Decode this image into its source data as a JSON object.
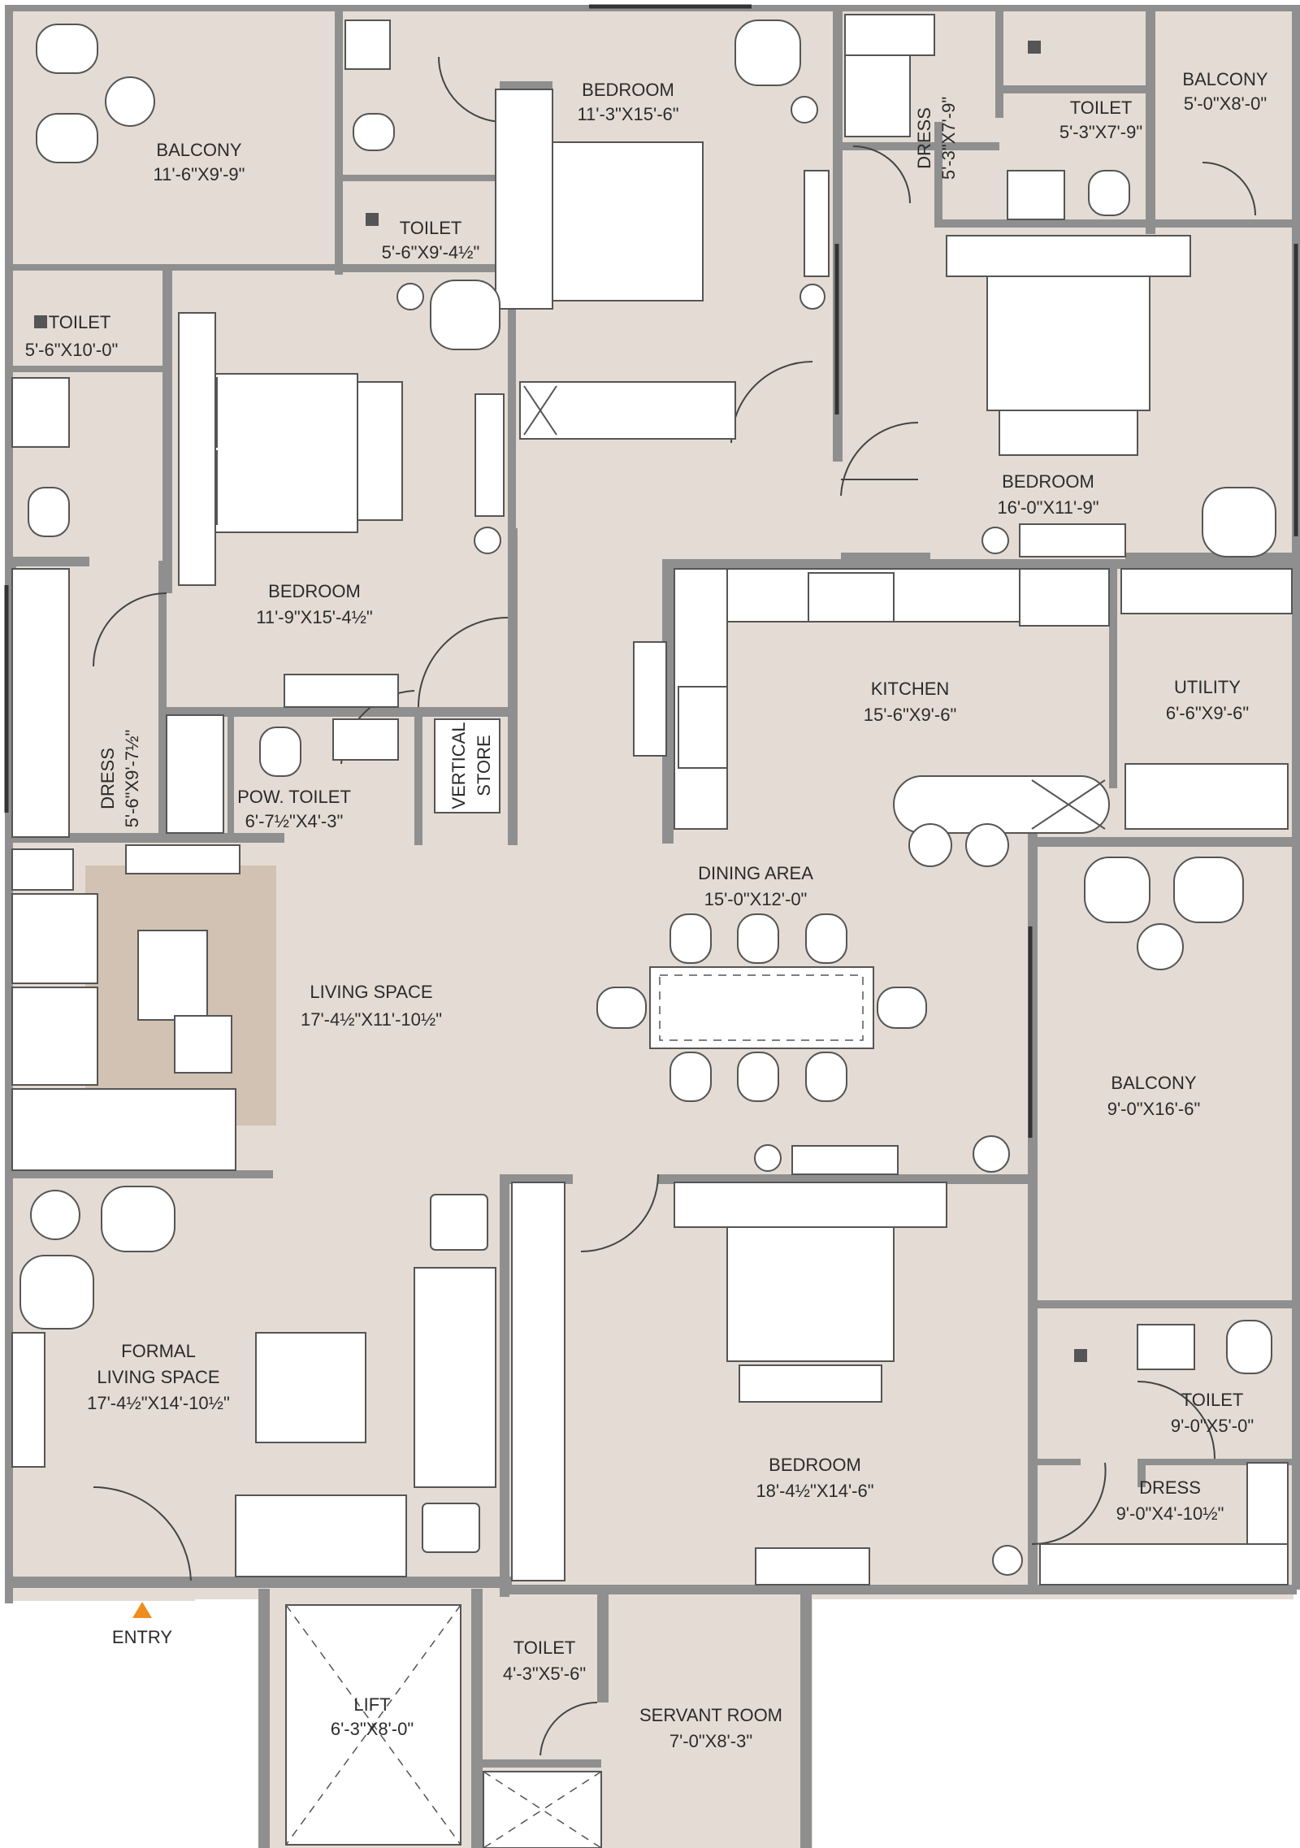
{
  "plan": {
    "colors": {
      "floor": "#e4dcd4",
      "outside": "#ffffff",
      "wall": "#8f8f8f",
      "rug": "#d1c2b3",
      "entry_marker": "#f08c1e"
    },
    "rooms": {
      "balcony_nw": {
        "name": "BALCONY",
        "size": "11'-6\"X9'-9\""
      },
      "toilet_n": {
        "name": "TOILET",
        "size": "5'-6\"X9'-4½\""
      },
      "bedroom_n": {
        "name": "BEDROOM",
        "size": "11'-3\"X15'-6\""
      },
      "dress_ne": {
        "name": "DRESS",
        "size": "5'-3\"X7'-9\""
      },
      "toilet_ne": {
        "name": "TOILET",
        "size": "5'-3\"X7'-9\""
      },
      "balcony_ne": {
        "name": "BALCONY",
        "size": "5'-0\"X8'-0\""
      },
      "toilet_w": {
        "name": "TOILET",
        "size": "5'-6\"X10'-0\""
      },
      "bedroom_w": {
        "name": "BEDROOM",
        "size": "11'-9\"X15'-4½\""
      },
      "bedroom_e": {
        "name": "BEDROOM",
        "size": "16'-0\"X11'-9\""
      },
      "dress_w": {
        "name": "DRESS",
        "size": "5'-6\"X9'-7½\""
      },
      "pow_toilet": {
        "name": "POW. TOILET",
        "size": "6'-7½\"X4'-3\""
      },
      "vertical_store": {
        "name1": "VERTICAL",
        "name2": "STORE"
      },
      "kitchen": {
        "name": "KITCHEN",
        "size": "15'-6\"X9'-6\""
      },
      "utility": {
        "name": "UTILITY",
        "size": "6'-6\"X9'-6\""
      },
      "dining": {
        "name": "DINING AREA",
        "size": "15'-0\"X12'-0\""
      },
      "living": {
        "name": "LIVING SPACE",
        "size": "17'-4½\"X11'-10½\""
      },
      "balcony_e": {
        "name": "BALCONY",
        "size": "9'-0\"X16'-6\""
      },
      "formal_living": {
        "name1": "FORMAL",
        "name2": "LIVING SPACE",
        "size": "17'-4½\"X14'-10½\""
      },
      "bedroom_s": {
        "name": "BEDROOM",
        "size": "18'-4½\"X14'-6\""
      },
      "toilet_se": {
        "name": "TOILET",
        "size": "9'-0\"X5'-0\""
      },
      "dress_se": {
        "name": "DRESS",
        "size": "9'-0\"X4'-10½\""
      },
      "lift": {
        "name": "LIFT",
        "size": "6'-3\"X8'-0\""
      },
      "toilet_s": {
        "name": "TOILET",
        "size": "4'-3\"X5'-6\""
      },
      "servant_room": {
        "name": "SERVANT ROOM",
        "size": "7'-0\"X8'-3\""
      }
    },
    "entry": {
      "label": "ENTRY"
    }
  }
}
